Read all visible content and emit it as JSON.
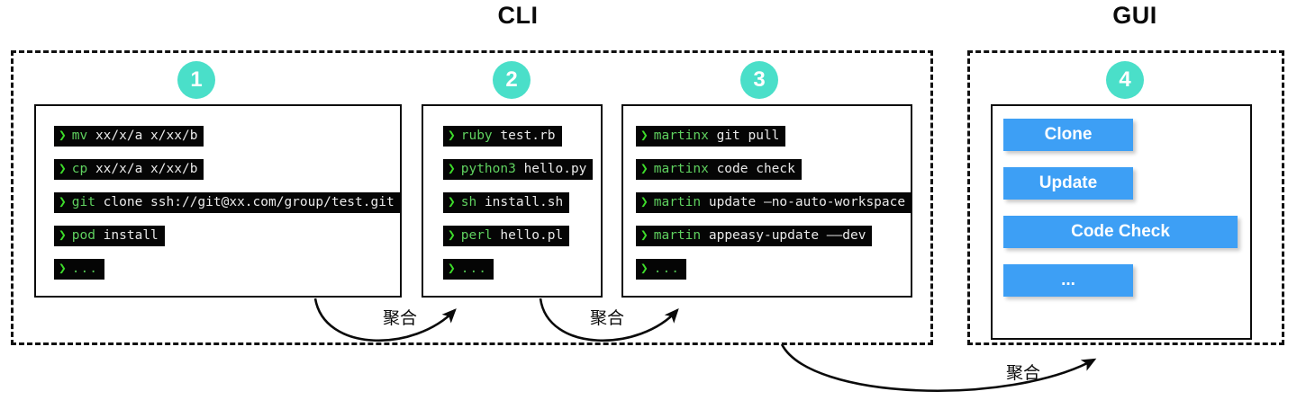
{
  "sections": [
    {
      "id": "cli",
      "title": "CLI"
    },
    {
      "id": "gui",
      "title": "GUI"
    }
  ],
  "badges": {
    "one": "1",
    "two": "2",
    "three": "3",
    "four": "4"
  },
  "colors": {
    "badge": "#4adfc9",
    "button": "#3d9ff5",
    "terminal_bg": "#050505",
    "terminal_keyword": "#5fd15f",
    "terminal_prompt": "#3ddc2a",
    "terminal_arg": "#e9e9e9",
    "border": "#0c0c0c"
  },
  "panels": [
    {
      "step": "1",
      "lines": [
        {
          "prompt": "❯",
          "kw": "mv",
          "arg": "xx/x/a x/xx/b"
        },
        {
          "prompt": "❯",
          "kw": "cp",
          "arg": "xx/x/a x/xx/b"
        },
        {
          "prompt": "❯",
          "kw": "git",
          "arg": "clone ssh://git@xx.com/group/test.git"
        },
        {
          "prompt": "❯",
          "kw": "pod",
          "arg": "install"
        },
        {
          "prompt": "❯",
          "kw": "",
          "arg": "..."
        }
      ]
    },
    {
      "step": "2",
      "lines": [
        {
          "prompt": "❯",
          "kw": "ruby",
          "arg": "test.rb"
        },
        {
          "prompt": "❯",
          "kw": "python3",
          "arg": "hello.py"
        },
        {
          "prompt": "❯",
          "kw": "sh",
          "arg": "install.sh"
        },
        {
          "prompt": "❯",
          "kw": "perl",
          "arg": "hello.pl"
        },
        {
          "prompt": "❯",
          "kw": "",
          "arg": "..."
        }
      ]
    },
    {
      "step": "3",
      "lines": [
        {
          "prompt": "❯",
          "kw": "martinx",
          "arg": "git pull"
        },
        {
          "prompt": "❯",
          "kw": "martinx",
          "arg": "code check"
        },
        {
          "prompt": "❯",
          "kw": "martin",
          "arg": "update –no-auto-workspace"
        },
        {
          "prompt": "❯",
          "kw": "martin",
          "arg": "appeasy-update ––dev"
        },
        {
          "prompt": "❯",
          "kw": "",
          "arg": "..."
        }
      ]
    }
  ],
  "gui_panel": {
    "step": "4",
    "buttons": [
      {
        "label": "Clone",
        "size": "w-sm"
      },
      {
        "label": "Update",
        "size": "w-sm"
      },
      {
        "label": "Code Check",
        "size": "w-lg"
      },
      {
        "label": "...",
        "size": "w-sm"
      }
    ]
  },
  "flow": {
    "aggregate_1": "聚合",
    "aggregate_2": "聚合",
    "aggregate_3": "聚合"
  }
}
